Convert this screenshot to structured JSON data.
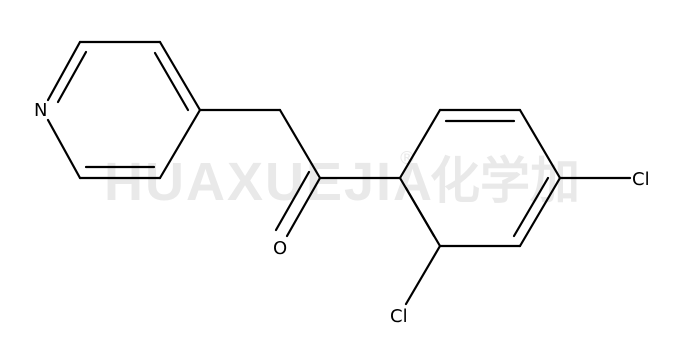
{
  "watermark": {
    "latin": "HUAXUEJIA",
    "registered": "®",
    "cjk": "化学加",
    "color": "#e9e9e9"
  },
  "molecule": {
    "atoms": {
      "N": "N",
      "O": "O",
      "Cl_para": "Cl",
      "Cl_ortho": "Cl"
    }
  }
}
